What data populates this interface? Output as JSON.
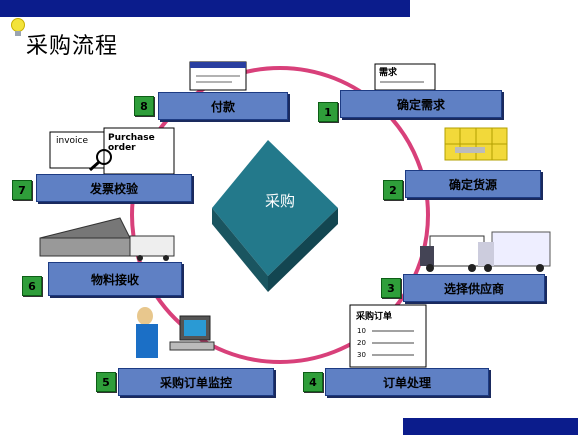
{
  "title": "采购流程",
  "center": "采购",
  "steps": [
    {
      "num": "1",
      "label": "确定需求"
    },
    {
      "num": "2",
      "label": "确定货源"
    },
    {
      "num": "3",
      "label": "选择供应商"
    },
    {
      "num": "4",
      "label": "订单处理"
    },
    {
      "num": "5",
      "label": "采购订单监控"
    },
    {
      "num": "6",
      "label": "物料接收"
    },
    {
      "num": "7",
      "label": "发票校验"
    },
    {
      "num": "8",
      "label": "付款"
    }
  ],
  "doc_labels": {
    "req": "需求",
    "invoice": "invoice",
    "purchase_order": "Purchase\norder",
    "po_title": "采购订单",
    "po_rows": [
      "10",
      "20",
      "30"
    ]
  },
  "colors": {
    "bar": "#0b1c8c",
    "ring": "#d8407a",
    "box": "#5f80c4",
    "num": "#2f9e3a",
    "cube": "#1f6f80"
  }
}
